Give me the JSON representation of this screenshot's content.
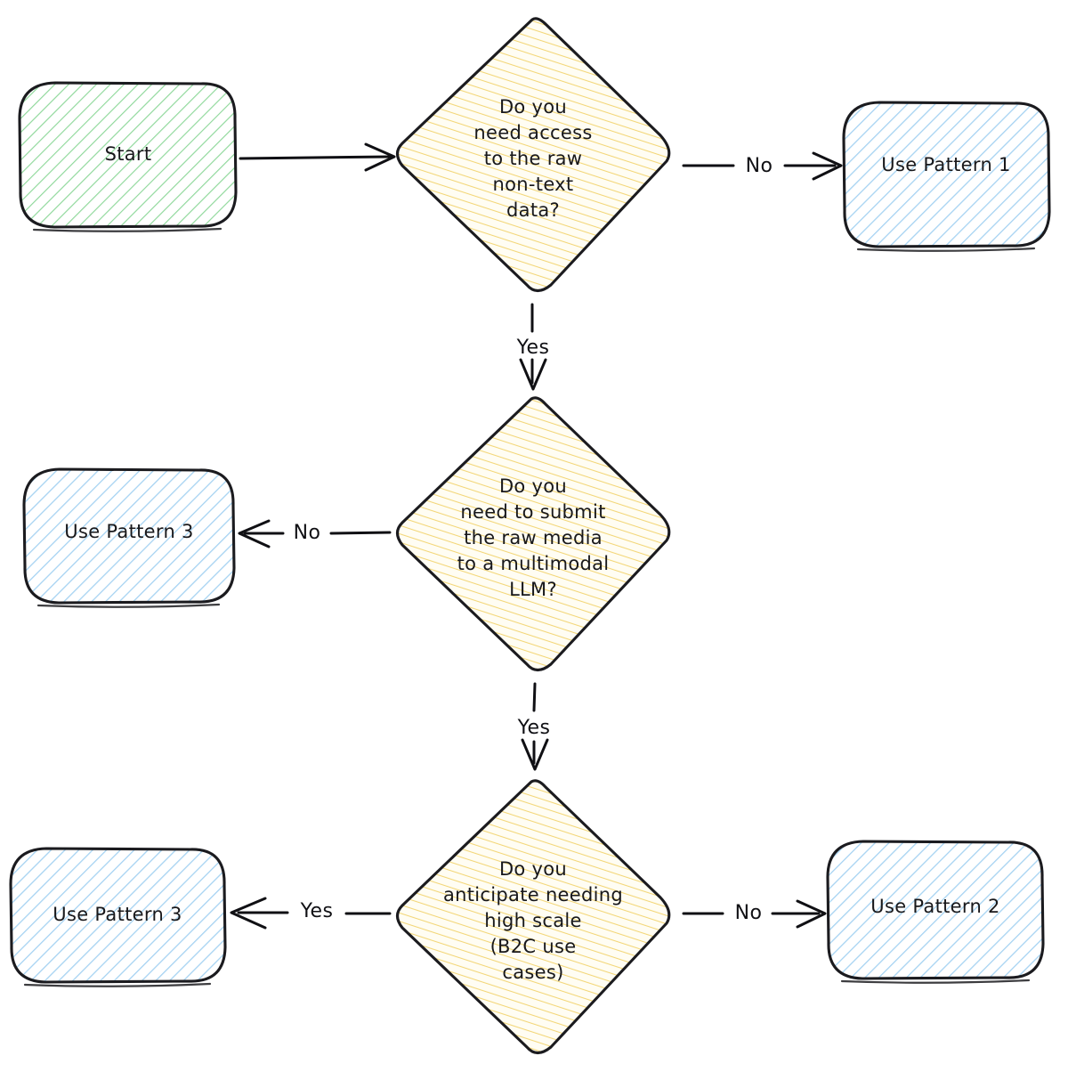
{
  "diagram": {
    "title": "Multimodal data handling decision flowchart",
    "type": "flowchart",
    "style": "hand-drawn sketch",
    "background": "#ffffff",
    "colors": {
      "start_hatch": "#8ed89a",
      "decision_hatch": "#f3d677",
      "terminal_hatch": "#a6d3f2",
      "stroke": "#1b1b1f",
      "text": "#18181b"
    }
  },
  "nodes": {
    "start": {
      "label": "Start",
      "shape": "rounded-rect",
      "fill": "green-hatch"
    },
    "decision1": {
      "shape": "diamond",
      "fill": "yellow-hatch",
      "lines": [
        "Do you",
        "need access",
        "to the raw",
        "non-text",
        "data?"
      ]
    },
    "decision2": {
      "shape": "diamond",
      "fill": "yellow-hatch",
      "lines": [
        "Do you",
        "need to submit",
        "the raw media",
        "to a multimodal",
        "LLM?"
      ]
    },
    "decision3": {
      "shape": "diamond",
      "fill": "yellow-hatch",
      "lines": [
        "Do you",
        "anticipate needing",
        "high scale",
        "(B2C use",
        "cases)"
      ]
    },
    "pattern1": {
      "label": "Use Pattern 1",
      "shape": "rounded-rect",
      "fill": "blue-hatch"
    },
    "pattern3_mid": {
      "label": "Use Pattern 3",
      "shape": "rounded-rect",
      "fill": "blue-hatch"
    },
    "pattern3_bottom": {
      "label": "Use Pattern 3",
      "shape": "rounded-rect",
      "fill": "blue-hatch"
    },
    "pattern2": {
      "label": "Use Pattern 2",
      "shape": "rounded-rect",
      "fill": "blue-hatch"
    }
  },
  "edges": [
    {
      "id": "start-to-d1",
      "from": "start",
      "to": "decision1",
      "label": "",
      "direction": "right"
    },
    {
      "id": "d1-no",
      "from": "decision1",
      "to": "pattern1",
      "label": "No",
      "direction": "right"
    },
    {
      "id": "d1-yes",
      "from": "decision1",
      "to": "decision2",
      "label": "Yes",
      "direction": "down"
    },
    {
      "id": "d2-no",
      "from": "decision2",
      "to": "pattern3_mid",
      "label": "No",
      "direction": "left"
    },
    {
      "id": "d2-yes",
      "from": "decision2",
      "to": "decision3",
      "label": "Yes",
      "direction": "down"
    },
    {
      "id": "d3-yes",
      "from": "decision3",
      "to": "pattern3_bottom",
      "label": "Yes",
      "direction": "left"
    },
    {
      "id": "d3-no",
      "from": "decision3",
      "to": "pattern2",
      "label": "No",
      "direction": "right"
    }
  ]
}
